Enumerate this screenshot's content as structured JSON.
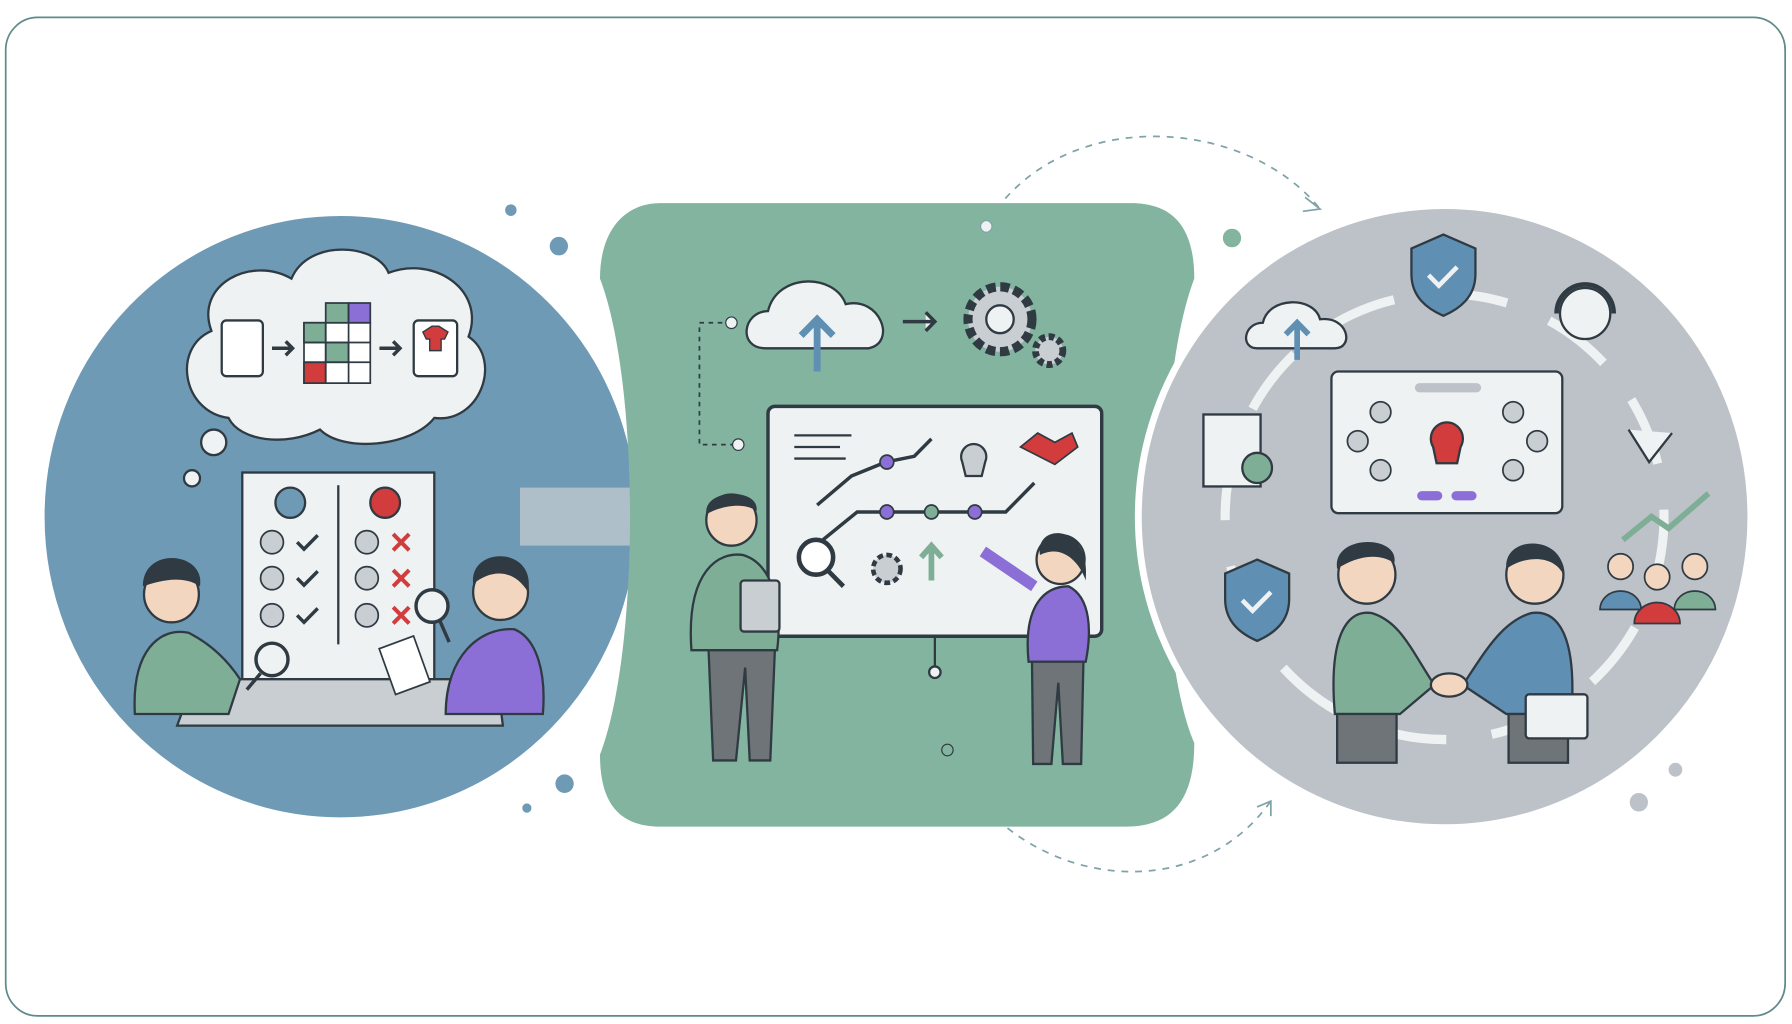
{
  "colors": {
    "frame": "#5f8a88",
    "panel_left": "#6e9ab5",
    "panel_middle": "#82b4a0",
    "panel_right": "#bcc2c8",
    "ink": "#2f3a42",
    "accent_purple": "#8b6fd6",
    "accent_red": "#d23c3c",
    "shirt_green": "#7fae96",
    "shirt_blue": "#5f8fb3",
    "paper": "#eef2f3"
  },
  "stages": [
    {
      "id": "research",
      "icons": [
        "thought-cloud-icon",
        "phone-icon",
        "grid-matrix-icon",
        "tshirt-icon",
        "checklist-board-icon",
        "magnifier-icon",
        "smiley-icon",
        "check-icon",
        "cross-icon"
      ]
    },
    {
      "id": "strategy",
      "icons": [
        "cloud-upload-icon",
        "gear-icon",
        "whiteboard-icon",
        "trend-arrow-icon",
        "lightbulb-icon",
        "handshake-icon",
        "magnifier-icon"
      ]
    },
    {
      "id": "partnership",
      "icons": [
        "shield-check-icon",
        "headset-icon",
        "cloud-upload-icon",
        "document-check-icon",
        "lightbulb-network-icon",
        "people-group-icon",
        "handshake-icon"
      ]
    }
  ]
}
